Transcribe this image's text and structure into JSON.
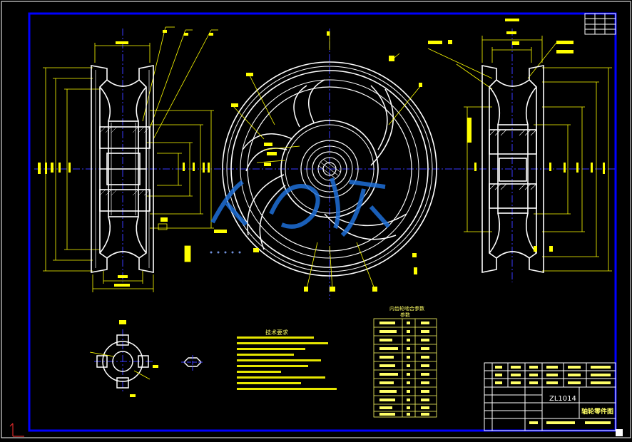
{
  "title_block": {
    "drawing_number": "ZL1014",
    "drawing_name": "轴轮零件图"
  },
  "tech_requirements": {
    "heading": "技术要求"
  },
  "params_table": {
    "heading": "内齿轮啮合参数",
    "subheading": "参数"
  },
  "colors": {
    "frame": "#0000ff",
    "geometry": "#ffffff",
    "dimensions": "#ffff00",
    "centerlines": "#3a3aff",
    "watermark": "#1e6fd8"
  }
}
